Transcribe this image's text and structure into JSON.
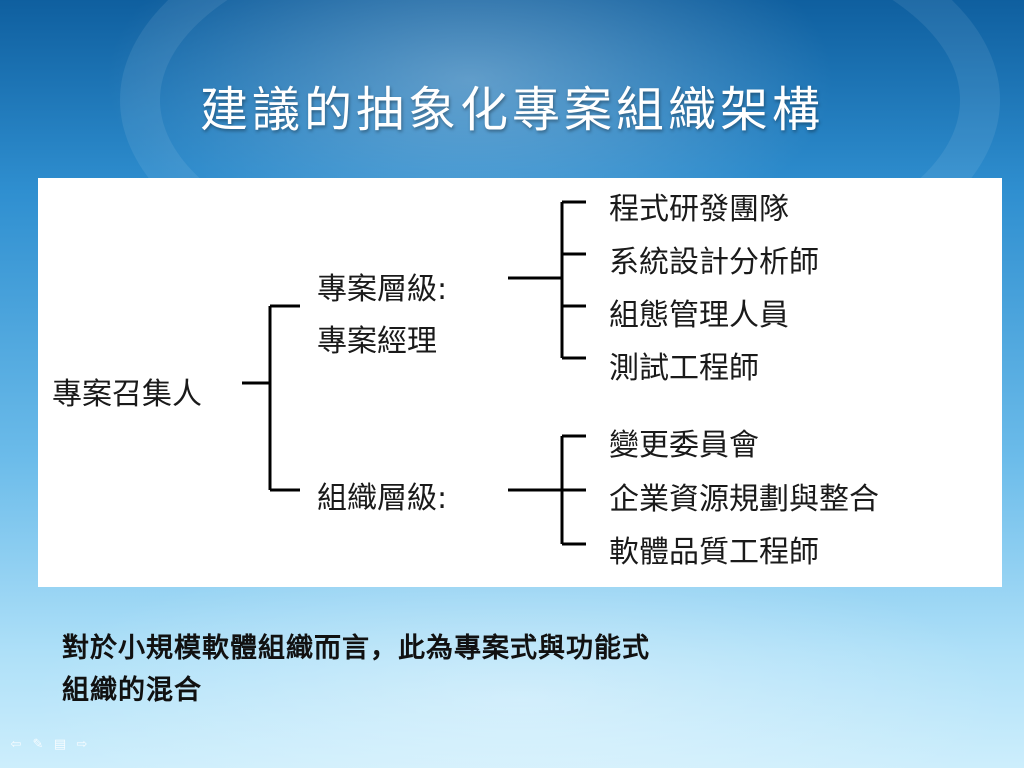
{
  "slide": {
    "title": "建議的抽象化專案組織架構",
    "footnote_lines": [
      "對於小規模軟體組織而言，此為專案式與功能式",
      "組織的混合"
    ]
  },
  "diagram": {
    "root": "專案召集人",
    "branches": [
      {
        "name": "專案層級:",
        "subname": "專案經理",
        "roles": [
          "程式研發團隊",
          "系統設計分析師",
          "組態管理人員",
          "測試工程師"
        ]
      },
      {
        "name": "組織層級:",
        "roles": [
          "變更委員會",
          "企業資源規劃與整合",
          "軟體品質工程師"
        ]
      }
    ]
  },
  "nav_icons": [
    "previous-icon",
    "pen-icon",
    "menu-icon",
    "next-icon"
  ],
  "colors": {
    "line": "#000000",
    "title": "#ffffff"
  }
}
